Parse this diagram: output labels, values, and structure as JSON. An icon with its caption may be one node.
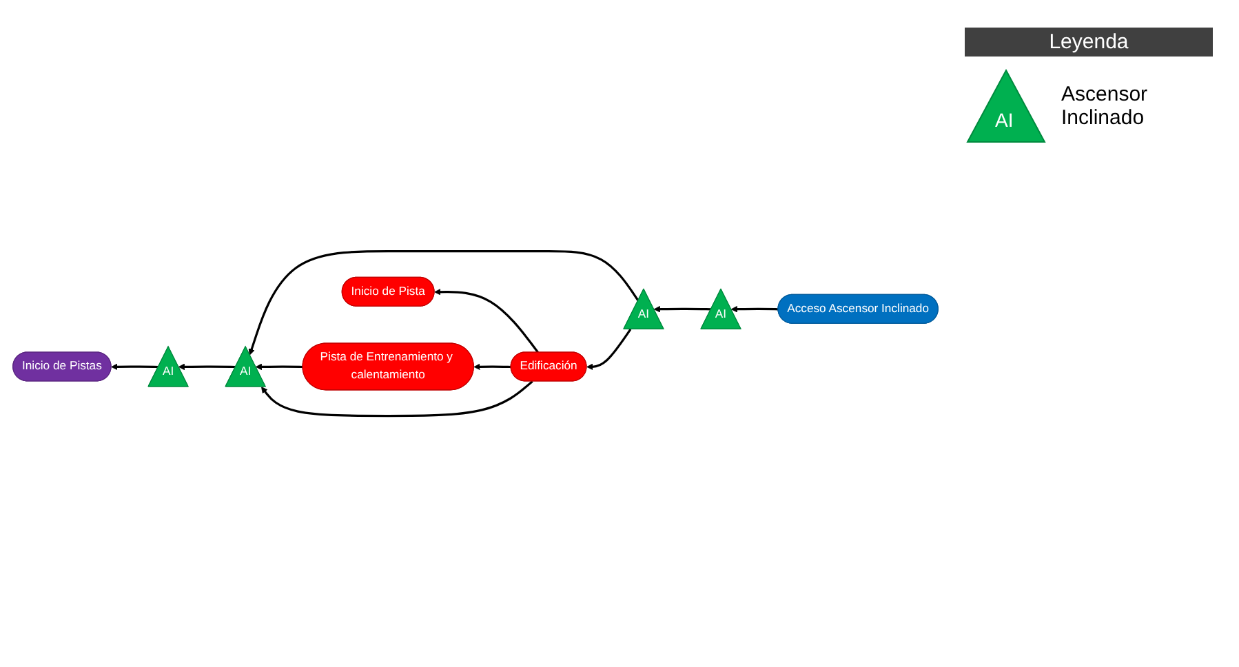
{
  "diagram": {
    "nodes": [
      {
        "text": [
          "Inicio de Pistas"
        ]
      },
      {
        "text": [
          "AI"
        ]
      },
      {
        "text": [
          "Pista de Entrenamiento y calentamiento"
        ]
      },
      {
        "text": [
          "AI"
        ]
      },
      {
        "text": [
          "Edificación"
        ]
      },
      {
        "text": [
          "AI"
        ]
      },
      {
        "text": [
          "AI"
        ]
      },
      {
        "text": [
          "Acceso Ascensor Inclinado"
        ]
      },
      {
        "text": [
          "Inicio de Pista"
        ]
      }
    ],
    "edges": [
      {
        "from": 7,
        "to": 6,
        "arrow": "to"
      },
      {
        "from": 6,
        "to": 5,
        "arrow": "to"
      },
      {
        "from": 5,
        "to": 4,
        "arrow": "to"
      },
      {
        "from": 5,
        "to": 3,
        "arrow": "to"
      },
      {
        "from": 3,
        "to": 1,
        "arrow": "to"
      },
      {
        "from": 1,
        "to": 0,
        "arrow": "to"
      },
      {
        "from": 2,
        "to": 3,
        "arrow": "to"
      },
      {
        "from": 4,
        "to": 3,
        "arrow": "to"
      },
      {
        "from": 4,
        "to": 2,
        "arrow": "to"
      },
      {
        "from": 4,
        "to": 8,
        "arrow": "to"
      }
    ],
    "labels": [
      "Leyenda",
      "AI"
    ],
    "legend": [
      {
        "text": "Ascensor Inclinado"
      }
    ]
  }
}
